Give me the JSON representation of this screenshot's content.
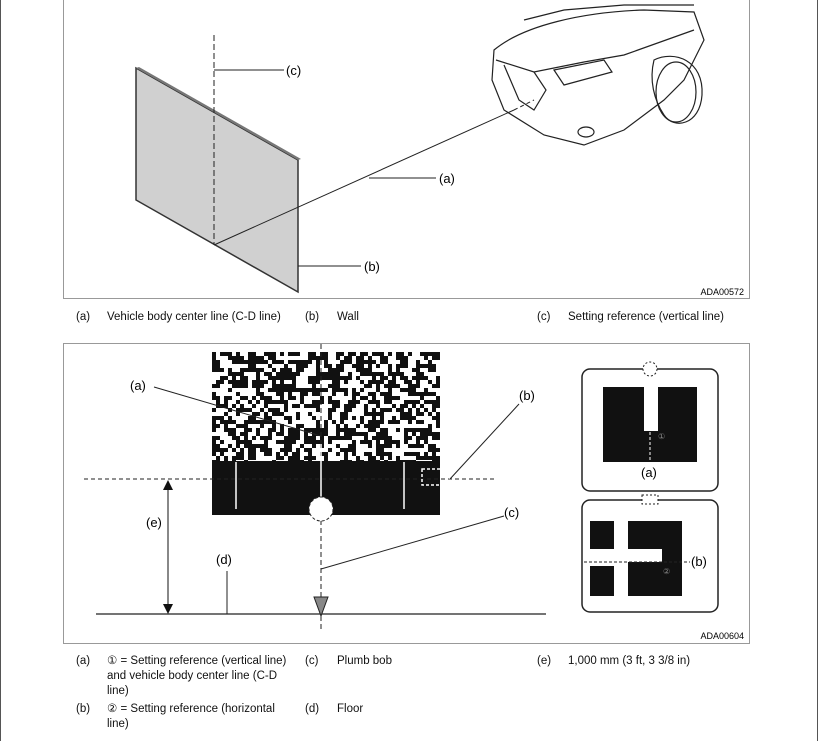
{
  "figure1": {
    "id": "ADA00572",
    "callouts": [
      "(a)",
      "(b)",
      "(c)"
    ],
    "legend": [
      {
        "key": "(a)",
        "text": "Vehicle body center line (C-D line)"
      },
      {
        "key": "(b)",
        "text": "Wall"
      },
      {
        "key": "(c)",
        "text": "Setting reference (vertical line)"
      }
    ]
  },
  "figure2": {
    "id": "ADA00604",
    "callouts": [
      "(a)",
      "(b)",
      "(c)",
      "(d)",
      "(e)"
    ],
    "marks": [
      "①",
      "②"
    ],
    "legend": [
      {
        "key": "(a)",
        "text": "① = Setting reference (vertical line) and vehicle body center line (C-D line)"
      },
      {
        "key": "(b)",
        "text": "② = Setting reference (horizontal line)"
      },
      {
        "key": "(c)",
        "text": "Plumb bob"
      },
      {
        "key": "(d)",
        "text": "Floor"
      },
      {
        "key": "(e)",
        "text": "1,000 mm (3 ft, 3 3/8 in)"
      }
    ]
  }
}
